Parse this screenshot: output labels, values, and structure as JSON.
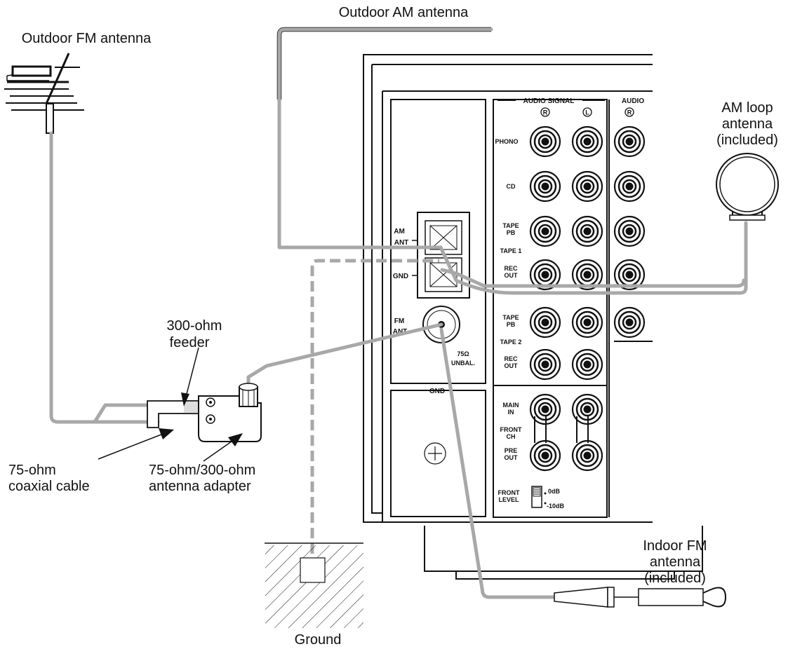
{
  "labels": {
    "outdoor_am_antenna": "Outdoor AM antenna",
    "outdoor_fm_antenna": "Outdoor FM antenna",
    "am_loop_antenna_l1": "AM loop",
    "am_loop_antenna_l2": "antenna",
    "am_loop_antenna_l3": "(included)",
    "feeder_l1": "300-ohm",
    "feeder_l2": "feeder",
    "coax_l1": "75-ohm",
    "coax_l2": "coaxial cable",
    "adapter_l1": "75-ohm/300-ohm",
    "adapter_l2": "antenna adapter",
    "indoor_fm_l1": "Indoor FM",
    "indoor_fm_l2": "antenna",
    "indoor_fm_l3": "(included)",
    "ground": "Ground"
  },
  "panel": {
    "audio_signal": "AUDIO SIGNAL",
    "audio": "AUDIO",
    "ch_r": "R",
    "ch_l": "L",
    "am_ant_1": "AM",
    "am_ant_2": "ANT",
    "gnd": "GND",
    "fm_ant_1": "FM",
    "fm_ant_2": "ANT",
    "unbal_1": "75Ω",
    "unbal_2": "UNBAL.",
    "gnd_terminal": "GND",
    "phono": "PHONO",
    "cd": "CD",
    "tape_pb_1a": "TAPE",
    "tape_pb_1b": "PB",
    "tape1": "TAPE 1",
    "rec_out_1a": "REC",
    "rec_out_1b": "OUT",
    "tape_pb_2a": "TAPE",
    "tape_pb_2b": "PB",
    "tape2": "TAPE 2",
    "rec_out_2a": "REC",
    "rec_out_2b": "OUT",
    "main_in_a": "MAIN",
    "main_in_b": "IN",
    "front_ch_a": "FRONT",
    "front_ch_b": "CH",
    "pre_out_a": "PRE",
    "pre_out_b": "OUT",
    "front_level_a": "FRONT",
    "front_level_b": "LEVEL",
    "zero_db": "0dB",
    "minus10db": "-10dB"
  }
}
